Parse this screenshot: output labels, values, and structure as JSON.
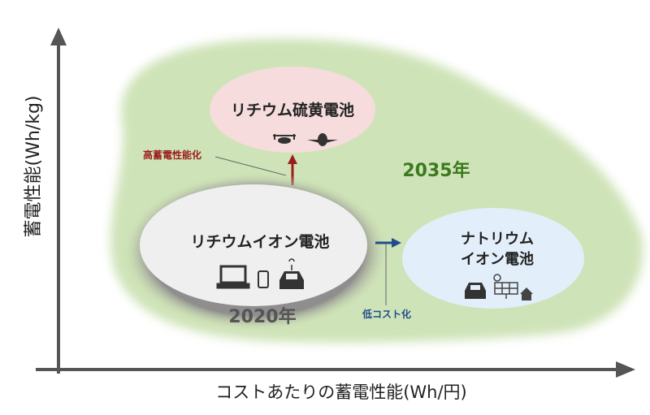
{
  "axes": {
    "y_label": "蓄電性能(Wh/kg)",
    "x_label": "コストあたりの蓄電性能(Wh/円)"
  },
  "nodes": {
    "li_s": {
      "title": "リチウム硫黄電池",
      "icons": [
        "drone-icon",
        "airplane-icon"
      ]
    },
    "li_ion": {
      "title": "リチウムイオン電池",
      "icons": [
        "laptop-icon",
        "smartphone-icon",
        "electric-car-icon"
      ],
      "year": "2020年"
    },
    "na_ion": {
      "title_line1": "ナトリウム",
      "title_line2": "イオン電池",
      "icons": [
        "electric-car-icon",
        "solar-panel-icon",
        "house-icon"
      ]
    }
  },
  "region_2035": {
    "year": "2035年"
  },
  "arrows": {
    "high_energy": {
      "label": "高蓄電性能化"
    },
    "low_cost": {
      "label": "低コスト化"
    }
  },
  "colors": {
    "green_region": "#cfe3b8",
    "li_s_fill": "#f6dcdc",
    "li_ion_fill": "#efefef",
    "li_ion_halo": "#9a9898",
    "na_fill": "#e2eef9",
    "red_arrow": "#9b1c1c",
    "blue_arrow": "#1f4e8a",
    "year_2035": "#3c7a1e",
    "year_2020": "#555555"
  }
}
